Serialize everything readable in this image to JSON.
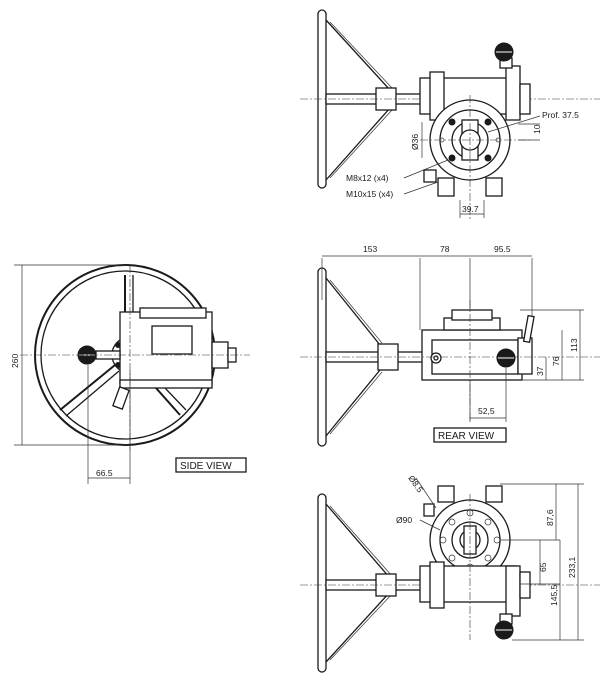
{
  "views": {
    "top": {
      "labels": {
        "prof": "Prof. 37.5",
        "dim_10": "10",
        "dia_36": "Ø36",
        "bolt_m8": "M8x12 (x4)",
        "bolt_m10": "M10x15 (x4)",
        "dim_397": "39.7"
      }
    },
    "side": {
      "title": "SIDE VIEW",
      "dims": {
        "height": "260",
        "offset": "66.5"
      }
    },
    "rear": {
      "title": "REAR VIEW",
      "dims": {
        "d153": "153",
        "d78": "78",
        "d955": "95.5",
        "d113": "113",
        "d76": "76",
        "d37": "37",
        "d525": "52,5"
      }
    },
    "bottom": {
      "dims": {
        "dia85": "Ø8.5",
        "dia90": "Ø90",
        "d876": "87,6",
        "d65": "65",
        "d2331": "233,1",
        "d1455": "145,5"
      }
    }
  }
}
